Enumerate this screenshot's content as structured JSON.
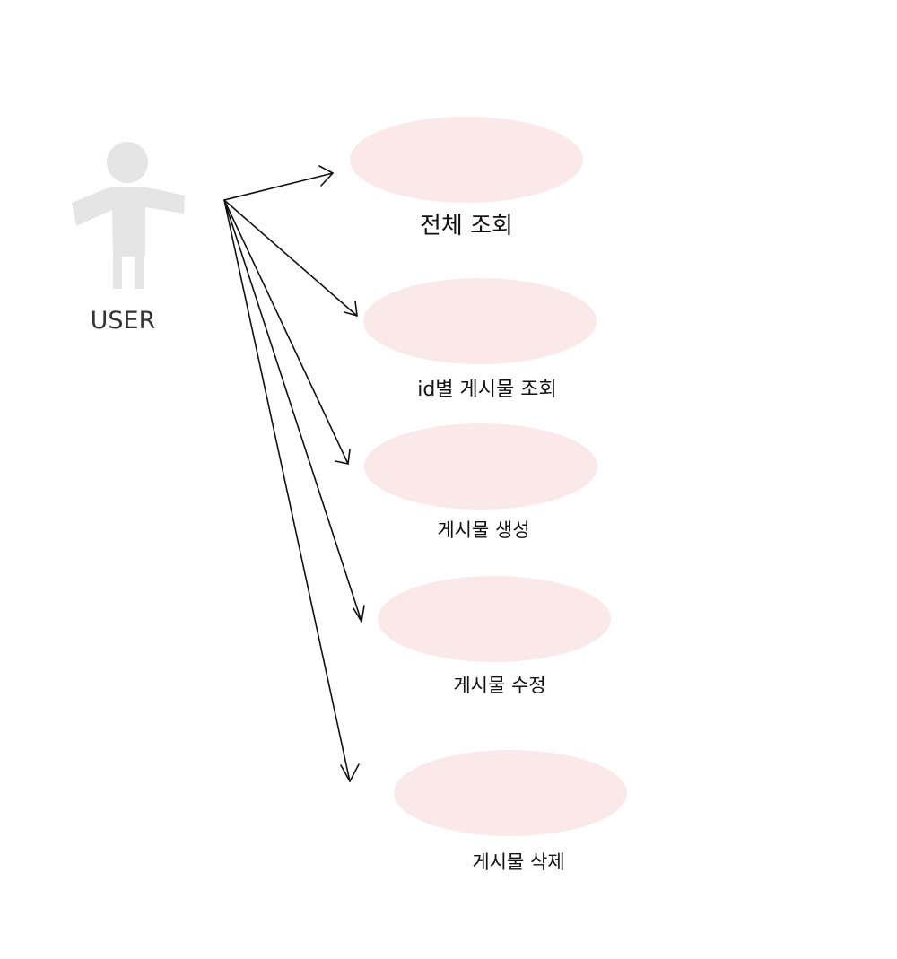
{
  "actor": {
    "label": "USER"
  },
  "use_cases": [
    {
      "id": "view-all",
      "label": "전체 조회"
    },
    {
      "id": "view-by-id",
      "label": "id별 게시물 조회"
    },
    {
      "id": "create-post",
      "label": "게시물 생성"
    },
    {
      "id": "update-post",
      "label": "게시물 수정"
    },
    {
      "id": "delete-post",
      "label": "게시물 삭제"
    }
  ],
  "colors": {
    "actor_fill": "#e5e5e5",
    "use_case_fill": "#fbe9e9",
    "line": "#111111"
  }
}
